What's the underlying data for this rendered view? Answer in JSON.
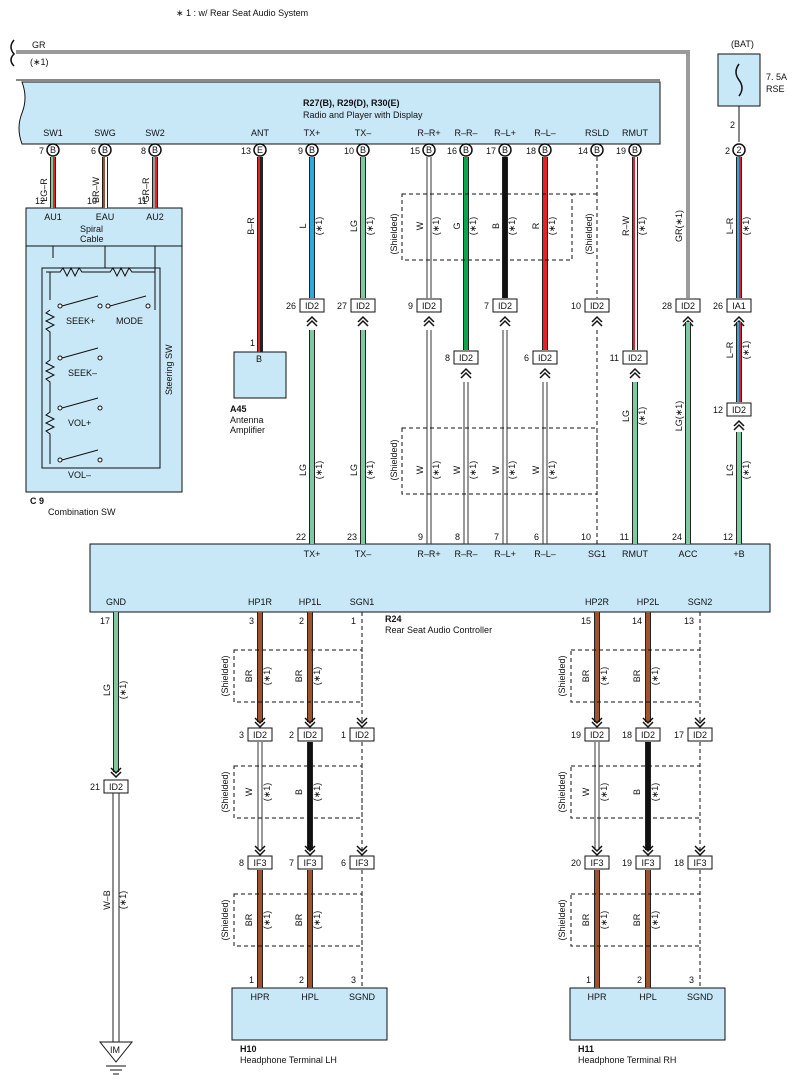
{
  "note": "∗ 1 : w/ Rear Seat Audio System",
  "top_gr": {
    "label": "GR",
    "tag": "(∗1)"
  },
  "fuse": {
    "bat": "(BAT)",
    "rating": "7. 5A",
    "name": "RSE"
  },
  "radio": {
    "title": "R27(B), R29(D), R30(E)",
    "subtitle": "Radio and Player with Display",
    "pins": [
      {
        "name": "SW1",
        "num": "7",
        "conn": "B"
      },
      {
        "name": "SWG",
        "num": "6",
        "conn": "B"
      },
      {
        "name": "SW2",
        "num": "8",
        "conn": "B"
      },
      {
        "name": "ANT",
        "num": "13",
        "conn": "E"
      },
      {
        "name": "TX+",
        "num": "9",
        "conn": "B"
      },
      {
        "name": "TX–",
        "num": "10",
        "conn": "B"
      },
      {
        "name": "R–R+",
        "num": "15",
        "conn": "B"
      },
      {
        "name": "R–R–",
        "num": "16",
        "conn": "B"
      },
      {
        "name": "R–L+",
        "num": "17",
        "conn": "B"
      },
      {
        "name": "R–L–",
        "num": "18",
        "conn": "B"
      },
      {
        "name": "RSLD",
        "num": "14",
        "conn": "B"
      },
      {
        "name": "RMUT",
        "num": "19",
        "conn": "B"
      },
      {
        "name": "",
        "num": "2",
        "conn": "2"
      }
    ]
  },
  "combo": {
    "id": "C 9",
    "name": "Combination SW",
    "pins": [
      {
        "num": "12",
        "name": "AU1"
      },
      {
        "num": "10",
        "name": "EAU"
      },
      {
        "num": "11",
        "name": "AU2"
      }
    ],
    "spiral": "Spiral\nCable",
    "wires": [
      "LG–R",
      "BR–W",
      "GR–R"
    ],
    "steering": "Steering SW",
    "switches": [
      "SEEK+",
      "MODE",
      "SEEK–",
      "VOL+",
      "VOL–"
    ]
  },
  "antenna": {
    "id": "A45",
    "name": "Antenna\nAmplifier",
    "pin": "1",
    "conn": "B",
    "wire": "B–R"
  },
  "upper_wires": {
    "colors": [
      "L",
      "LG",
      "W",
      "G",
      "B",
      "R",
      "R–W",
      "GR(∗1)",
      "L–R"
    ],
    "tag": "(∗1)",
    "shielded": "(Shielded)"
  },
  "id2_row": [
    {
      "num": "26",
      "label": "ID2"
    },
    {
      "num": "27",
      "label": "ID2"
    },
    {
      "num": "9",
      "label": "ID2"
    },
    {
      "num": "7",
      "label": "ID2"
    },
    {
      "num": "10",
      "label": "ID2"
    },
    {
      "num": "28",
      "label": "ID2"
    },
    {
      "num": "26",
      "label": "IA1"
    },
    {
      "num": "8",
      "label": "ID2"
    },
    {
      "num": "6",
      "label": "ID2"
    },
    {
      "num": "11",
      "label": "ID2"
    },
    {
      "num": "12",
      "label": "ID2"
    }
  ],
  "mid_wires": {
    "colors": [
      "LG",
      "LG",
      "W",
      "W",
      "W",
      "W",
      "LG",
      "LG(∗1)",
      "L–R",
      "LG"
    ]
  },
  "controller": {
    "id": "R24",
    "name": "Rear Seat Audio Controller",
    "top_pins": [
      {
        "num": "22",
        "name": "TX+"
      },
      {
        "num": "23",
        "name": "TX–"
      },
      {
        "num": "9",
        "name": "R–R+"
      },
      {
        "num": "8",
        "name": "R–R–"
      },
      {
        "num": "7",
        "name": "R–L+"
      },
      {
        "num": "6",
        "name": "R–L–"
      },
      {
        "num": "10",
        "name": "SG1"
      },
      {
        "num": "11",
        "name": "RMUT"
      },
      {
        "num": "24",
        "name": "ACC"
      },
      {
        "num": "12",
        "name": "+B"
      }
    ],
    "bottom_pins": [
      {
        "num": "17",
        "name": "GND"
      },
      {
        "num": "3",
        "name": "HP1R"
      },
      {
        "num": "2",
        "name": "HP1L"
      },
      {
        "num": "1",
        "name": "SGN1"
      },
      {
        "num": "15",
        "name": "HP2R"
      },
      {
        "num": "14",
        "name": "HP2L"
      },
      {
        "num": "13",
        "name": "SGN2"
      }
    ]
  },
  "ground": {
    "wire1": "LG",
    "wire2": "W–B",
    "conn_num": "21",
    "conn": "ID2",
    "point": "IM"
  },
  "lower_wires": {
    "colors": [
      "BR",
      "BR",
      "W",
      "B",
      "BR",
      "BR"
    ]
  },
  "left_conns": {
    "id2": [
      {
        "num": "3",
        "label": "ID2"
      },
      {
        "num": "2",
        "label": "ID2"
      },
      {
        "num": "1",
        "label": "ID2"
      }
    ],
    "if3": [
      {
        "num": "8",
        "label": "IF3"
      },
      {
        "num": "7",
        "label": "IF3"
      },
      {
        "num": "6",
        "label": "IF3"
      }
    ]
  },
  "right_conns": {
    "id2": [
      {
        "num": "19",
        "label": "ID2"
      },
      {
        "num": "18",
        "label": "ID2"
      },
      {
        "num": "17",
        "label": "ID2"
      }
    ],
    "if3": [
      {
        "num": "20",
        "label": "IF3"
      },
      {
        "num": "19",
        "label": "IF3"
      },
      {
        "num": "18",
        "label": "IF3"
      }
    ]
  },
  "h10": {
    "id": "H10",
    "name": "Headphone Terminal LH",
    "pins": [
      {
        "num": "1",
        "name": "HPR"
      },
      {
        "num": "2",
        "name": "HPL"
      },
      {
        "num": "3",
        "name": "SGND"
      }
    ]
  },
  "h11": {
    "id": "H11",
    "name": "Headphone Terminal RH",
    "pins": [
      {
        "num": "1",
        "name": "HPR"
      },
      {
        "num": "2",
        "name": "HPL"
      },
      {
        "num": "3",
        "name": "SGND"
      }
    ]
  },
  "colors": {
    "box": "#c8e8f8",
    "lg": "#7fc8a0",
    "blue": "#29abe2",
    "green": "#0aa64a",
    "red": "#e52229",
    "brown": "#a0522d",
    "gray": "#9a9a9a"
  }
}
